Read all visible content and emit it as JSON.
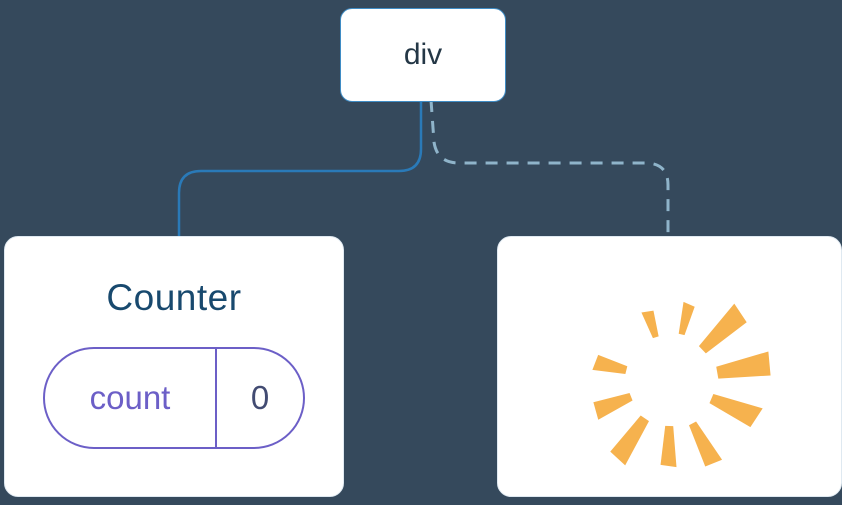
{
  "tree": {
    "root_label": "div",
    "counter": {
      "title": "Counter",
      "state_key": "count",
      "state_value": "0"
    },
    "removed_node": {
      "icon": "poof-starburst"
    }
  },
  "colors": {
    "background": "#35495c",
    "card_background": "#ffffff",
    "root_border": "#3f8cc5",
    "root_text": "#243746",
    "solid_connector": "#2a7ab8",
    "dashed_connector": "#8fb4ca",
    "counter_title_text": "#18496e",
    "pill_border": "#6c5fc7",
    "pill_key_text": "#6c5fc7",
    "pill_value_text": "#424b72",
    "starburst": "#f6b24e"
  }
}
